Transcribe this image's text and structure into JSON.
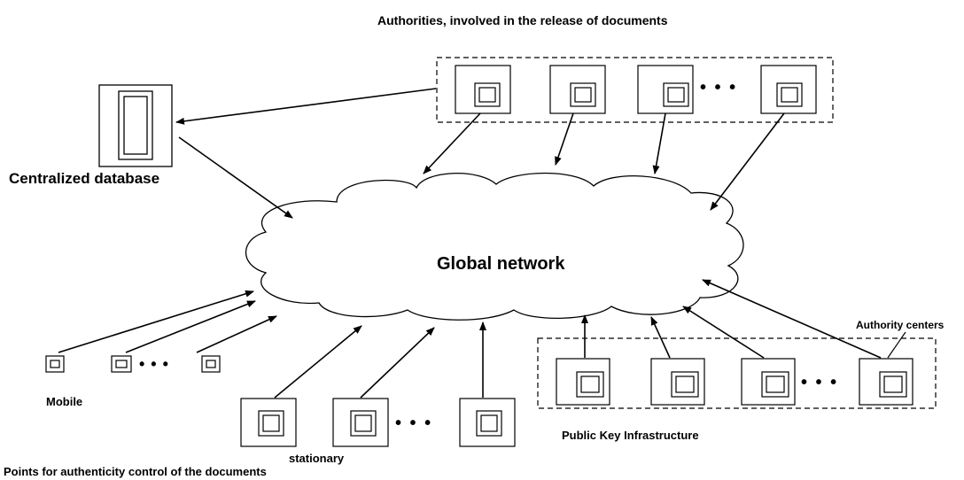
{
  "labels": {
    "authorities_title": "Authorities, involved in the release of documents",
    "central_db": "Centralized database",
    "global_network": "Global network",
    "authority_centers": "Authority centers",
    "mobile": "Mobile",
    "pki": "Public Key Infrastructure",
    "stationary": "stationary",
    "points": "Points for  authenticity control of the  documents"
  },
  "ellipsis": "• • •",
  "colors": {
    "stroke": "#000000",
    "background": "#ffffff"
  }
}
